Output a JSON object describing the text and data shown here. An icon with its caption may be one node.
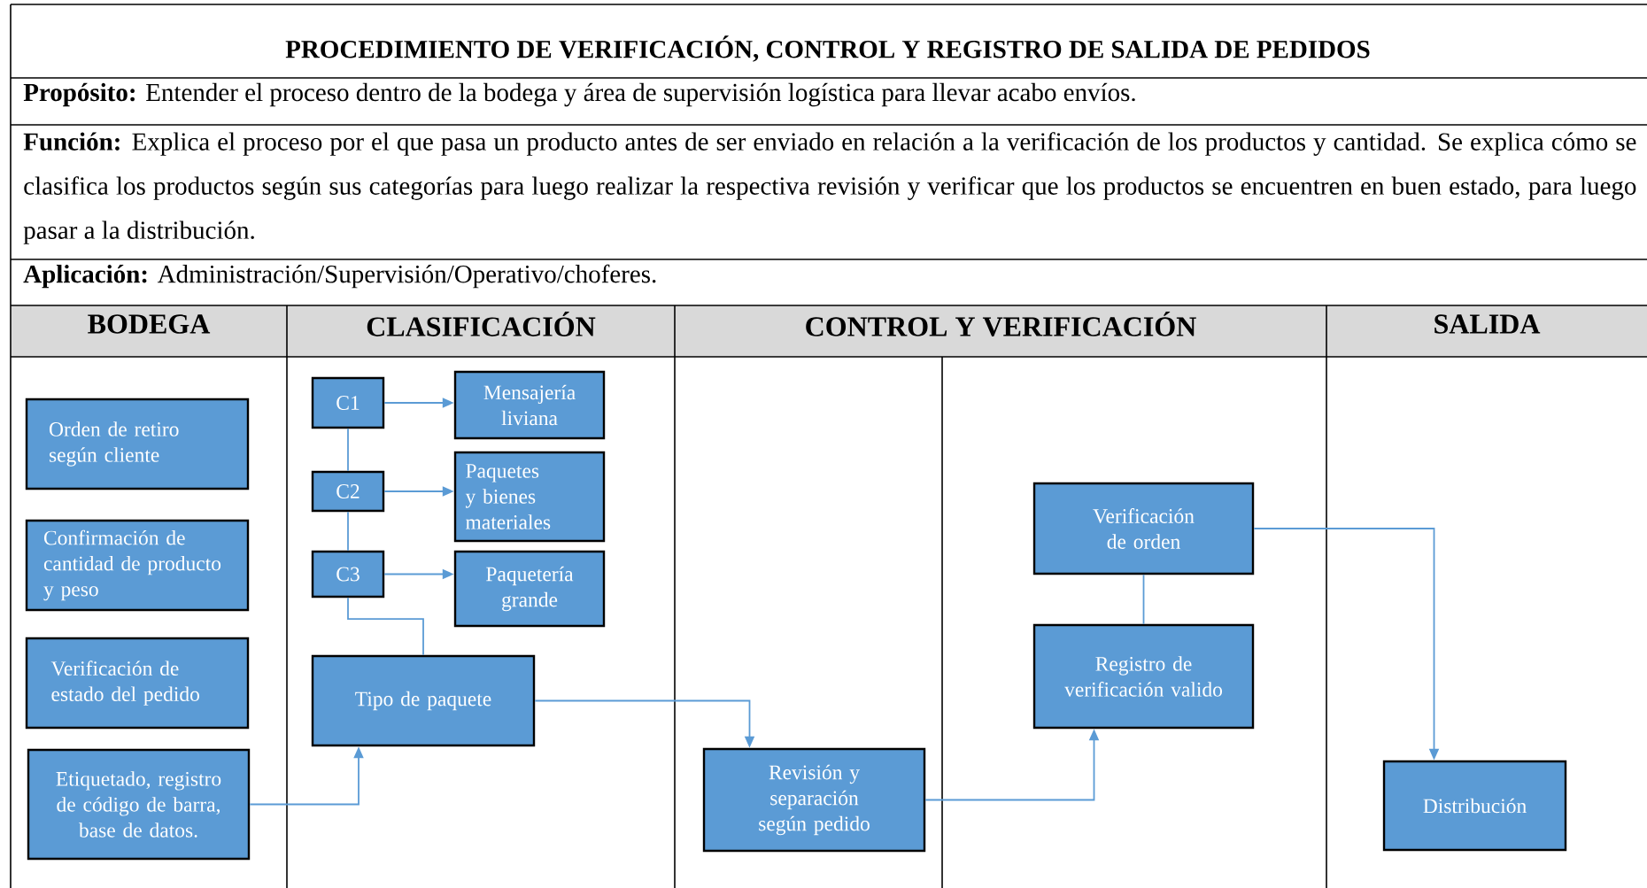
{
  "diagram": {
    "title": "PROCEDIMIENTO DE VERIFICACIÓN, CONTROL Y REGISTRO DE SALIDA DE PEDIDOS",
    "nodes": [
      {
        "text": [
          "Orden de retiro según cliente"
        ]
      },
      {
        "text": [
          "Confirmación de cantidad de producto y peso"
        ]
      },
      {
        "text": [
          "Verificación de estado del pedido"
        ]
      },
      {
        "text": [
          "Etiquetado, registro de código de barra, base de datos."
        ]
      },
      {
        "text": [
          "C1"
        ]
      },
      {
        "text": [
          "C2"
        ]
      },
      {
        "text": [
          "C3"
        ]
      },
      {
        "text": [
          "Mensajería liviana"
        ]
      },
      {
        "text": [
          "Paquetes y bienes materiales"
        ]
      },
      {
        "text": [
          "Paquetería grande"
        ]
      },
      {
        "text": [
          "Tipo de paquete"
        ]
      },
      {
        "text": [
          "Revisión y separación según pedido"
        ]
      },
      {
        "text": [
          "Verificación de orden"
        ]
      },
      {
        "text": [
          "Registro de verificación valido"
        ]
      },
      {
        "text": [
          "Distribución"
        ]
      }
    ],
    "edges": [
      {
        "from": 4,
        "to": 7,
        "arrow": "to"
      },
      {
        "from": 5,
        "to": 8,
        "arrow": "to"
      },
      {
        "from": 6,
        "to": 9,
        "arrow": "to"
      },
      {
        "from": 4,
        "to": 5,
        "arrow": "none"
      },
      {
        "from": 5,
        "to": 6,
        "arrow": "none"
      },
      {
        "from": 6,
        "to": 10,
        "arrow": "none"
      },
      {
        "from": 3,
        "to": 10,
        "arrow": "to"
      },
      {
        "from": 10,
        "to": 11,
        "arrow": "to"
      },
      {
        "from": 11,
        "to": 13,
        "arrow": "to"
      },
      {
        "from": 12,
        "to": 13,
        "arrow": "none"
      },
      {
        "from": 12,
        "to": 14,
        "arrow": "to"
      }
    ],
    "labels": [
      "**Propósito:** Entender el proceso dentro de la bodega y área de supervisión logística para llevar acabo envíos.",
      "**Función:** Explica el proceso por el que pasa un producto antes de ser enviado en relación a la verificación de los productos y cantidad. Se explica cómo se clasifica los productos según sus categorías para luego realizar la respectiva revisión y verificar que los productos se encuentren en buen estado, para luego pasar a la distribución.",
      "**Aplicación:** Administración/Supervisión/Operativo/choferes.",
      "BODEGA",
      "CLASIFICACIÓN",
      "CONTROL Y VERIFICACIÓN",
      "SALIDA"
    ]
  }
}
